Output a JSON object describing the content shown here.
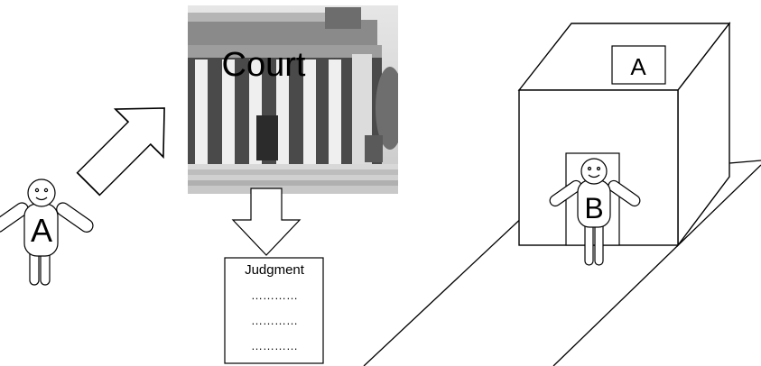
{
  "court": {
    "caption": "Court"
  },
  "judgment": {
    "title": "Judgment",
    "lines": [
      "…………",
      "…………",
      "…………"
    ]
  },
  "person_a": {
    "label": "A"
  },
  "person_b": {
    "label": "B"
  },
  "house": {
    "sign": "A"
  },
  "icons": [
    "person-icon",
    "court-building-icon",
    "arrow-icon",
    "document-icon",
    "house-icon"
  ]
}
